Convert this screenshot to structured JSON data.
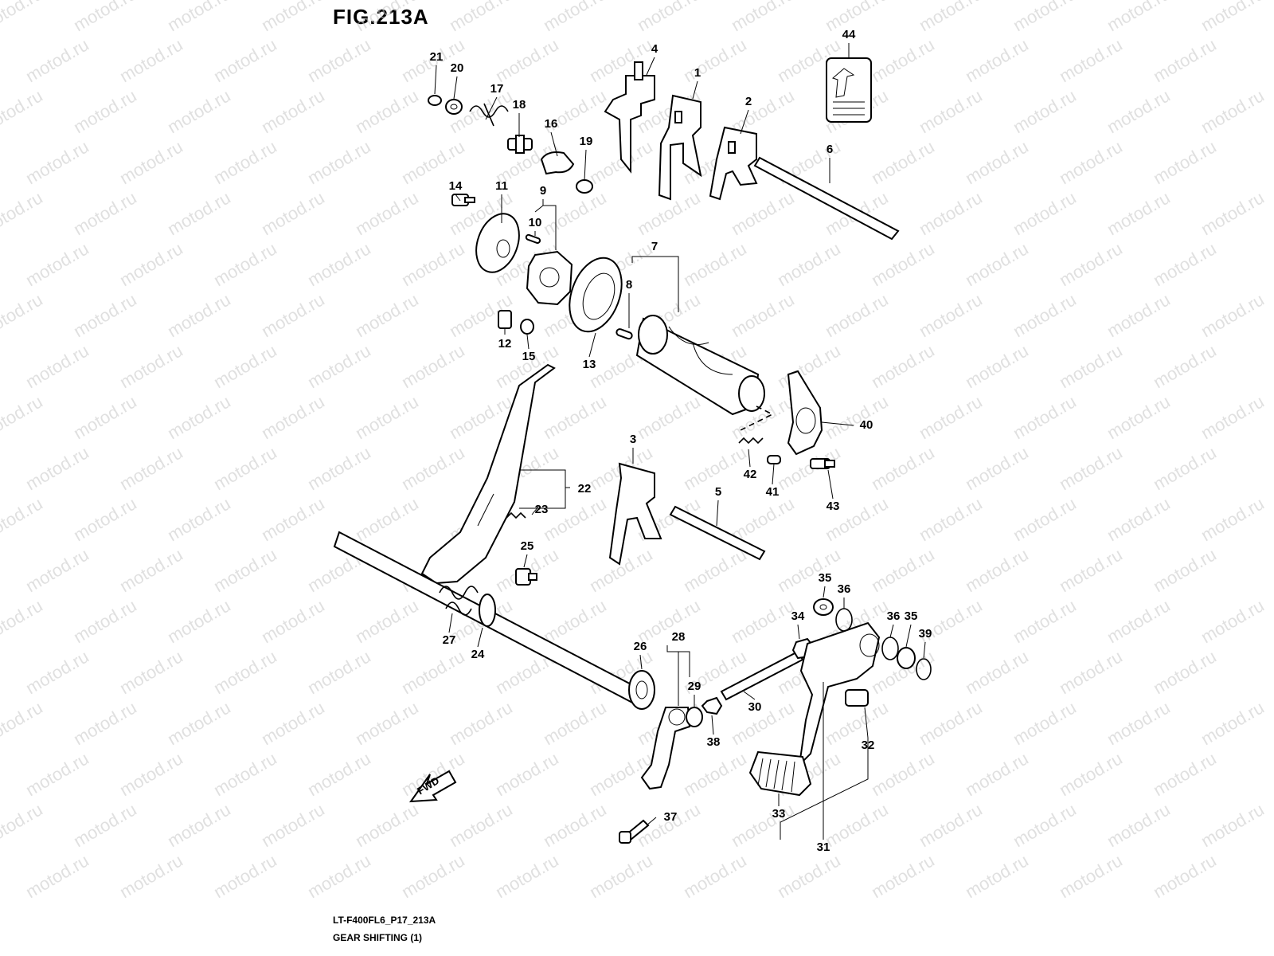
{
  "figure": {
    "title": "FIG.213A",
    "code": "LT-F400FL6_P17_213A",
    "caption": "GEAR SHIFTING (1)",
    "watermark": "motod.ru",
    "fwd_label": "FWD"
  },
  "callouts": [
    {
      "label": "1"
    },
    {
      "label": "2"
    },
    {
      "label": "3"
    },
    {
      "label": "4"
    },
    {
      "label": "5"
    },
    {
      "label": "6"
    },
    {
      "label": "7"
    },
    {
      "label": "8"
    },
    {
      "label": "9"
    },
    {
      "label": "10"
    },
    {
      "label": "11"
    },
    {
      "label": "12"
    },
    {
      "label": "13"
    },
    {
      "label": "14"
    },
    {
      "label": "15"
    },
    {
      "label": "16"
    },
    {
      "label": "17"
    },
    {
      "label": "18"
    },
    {
      "label": "19"
    },
    {
      "label": "20"
    },
    {
      "label": "21"
    },
    {
      "label": "22"
    },
    {
      "label": "23"
    },
    {
      "label": "24"
    },
    {
      "label": "25"
    },
    {
      "label": "26"
    },
    {
      "label": "27"
    },
    {
      "label": "28"
    },
    {
      "label": "29"
    },
    {
      "label": "30"
    },
    {
      "label": "31"
    },
    {
      "label": "32"
    },
    {
      "label": "33"
    },
    {
      "label": "34"
    },
    {
      "label": "35"
    },
    {
      "label": "36"
    },
    {
      "label": "36"
    },
    {
      "label": "35"
    },
    {
      "label": "37"
    },
    {
      "label": "38"
    },
    {
      "label": "39"
    },
    {
      "label": "40"
    },
    {
      "label": "41"
    },
    {
      "label": "42"
    },
    {
      "label": "43"
    },
    {
      "label": "44"
    }
  ]
}
